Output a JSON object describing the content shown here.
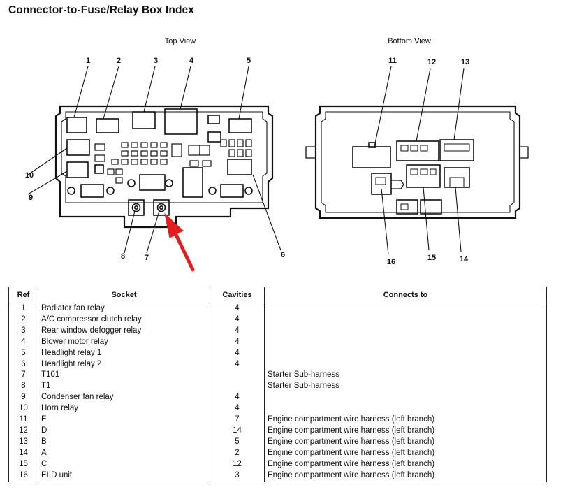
{
  "title": "Connector-to-Fuse/Relay Box Index",
  "views": {
    "top": "Top View",
    "bottom": "Bottom View"
  },
  "callouts": {
    "top": [
      "1",
      "2",
      "3",
      "4",
      "5",
      "6",
      "7",
      "8",
      "9",
      "10"
    ],
    "bottom": [
      "11",
      "12",
      "13",
      "14",
      "15",
      "16"
    ]
  },
  "highlight": {
    "target_ref": "7",
    "color": "#e02020"
  },
  "table": {
    "headers": {
      "ref": "Ref",
      "socket": "Socket",
      "cavities": "Cavities",
      "connects": "Connects to"
    },
    "rows": [
      {
        "ref": "1",
        "socket": "Radiator fan relay",
        "cavities": "4",
        "connects": ""
      },
      {
        "ref": "2",
        "socket": "A/C compressor clutch relay",
        "cavities": "4",
        "connects": ""
      },
      {
        "ref": "3",
        "socket": "Rear window defogger relay",
        "cavities": "4",
        "connects": ""
      },
      {
        "ref": "4",
        "socket": "Blower motor relay",
        "cavities": "4",
        "connects": ""
      },
      {
        "ref": "5",
        "socket": "Headlight relay 1",
        "cavities": "4",
        "connects": ""
      },
      {
        "ref": "6",
        "socket": "Headlight relay 2",
        "cavities": "4",
        "connects": ""
      },
      {
        "ref": "7",
        "socket": "T101",
        "cavities": "",
        "connects": "Starter Sub-harness"
      },
      {
        "ref": "8",
        "socket": "T1",
        "cavities": "",
        "connects": "Starter Sub-harness"
      },
      {
        "ref": "9",
        "socket": "Condenser fan relay",
        "cavities": "4",
        "connects": ""
      },
      {
        "ref": "10",
        "socket": "Horn relay",
        "cavities": "4",
        "connects": ""
      },
      {
        "ref": "11",
        "socket": "E",
        "cavities": "7",
        "connects": "Engine compartment wire harness (left branch)"
      },
      {
        "ref": "12",
        "socket": "D",
        "cavities": "14",
        "connects": "Engine compartment wire harness (left branch)"
      },
      {
        "ref": "13",
        "socket": "B",
        "cavities": "5",
        "connects": "Engine compartment wire harness (left branch)"
      },
      {
        "ref": "14",
        "socket": "A",
        "cavities": "2",
        "connects": "Engine compartment wire harness (left branch)"
      },
      {
        "ref": "15",
        "socket": "C",
        "cavities": "12",
        "connects": "Engine compartment wire harness (left branch)"
      },
      {
        "ref": "16",
        "socket": "ELD unit",
        "cavities": "3",
        "connects": "Engine compartment wire harness (left branch)"
      }
    ]
  }
}
